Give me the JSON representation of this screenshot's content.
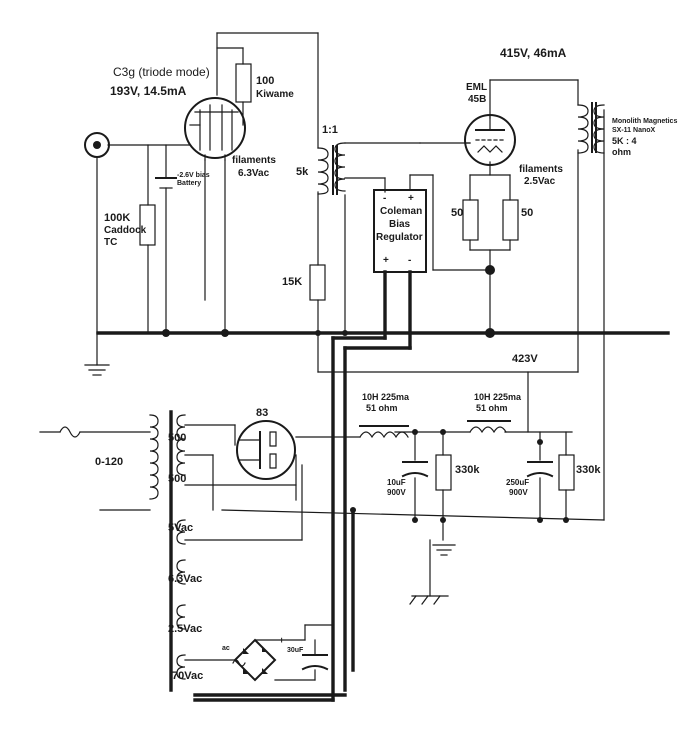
{
  "labels": {
    "c3g_title": "C3g (triode mode)",
    "c3g_op": "193V, 14.5mA",
    "r100": "100",
    "kiwame": "Kiwame",
    "bias_v": "-2.6V bias",
    "battery": "Battery",
    "fil_63": "filaments",
    "fil_63v": "6.3Vac",
    "r100k": "100K",
    "caddock": "Caddock",
    "tc": "TC",
    "ratio": "1:1",
    "r5k": "5k",
    "r15k": "15K",
    "cbr1": "Coleman",
    "cbr2": "Bias",
    "cbr3": "Regulator",
    "cbr_minus_top": "-",
    "cbr_plus_top": "+",
    "cbr_plus_bot": "+",
    "cbr_minus_bot": "-",
    "b_plus": "415V, 46mA",
    "eml1": "EML",
    "eml2": "45B",
    "fil_25": "filaments",
    "fil_25v": "2.5Vac",
    "r50a": "50",
    "r50b": "50",
    "ot1": "Monolith Magnetics",
    "ot2": "SX-11 NanoX",
    "ot3": "5K : 4",
    "ot4": "ohm",
    "v423": "423V",
    "tube83": "83",
    "ch1a": "10H 225ma",
    "ch1b": "51 ohm",
    "ch2a": "10H 225ma",
    "ch2b": "51 ohm",
    "c10": "10uF",
    "c10v": "900V",
    "r330a": "330k",
    "c250": "250uF",
    "c250v": "900V",
    "r330b": "330k",
    "mains": "0-120",
    "s500a": "500",
    "s500b": "500",
    "s5": "5Vac",
    "s63": "6.3Vac",
    "s25": "2.5Vac",
    "s70": "70Vac",
    "ac": "ac",
    "bridge_plus": "+",
    "c30": "30uF"
  }
}
